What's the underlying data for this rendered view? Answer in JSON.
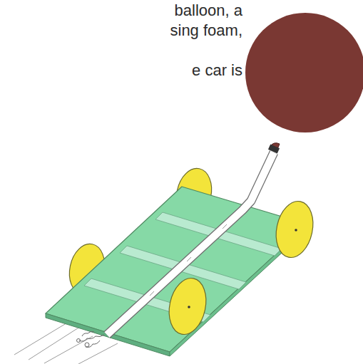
{
  "diagram": {
    "labels": [
      "balloon, a",
      "sing foam,",
      "e car is"
    ]
  }
}
